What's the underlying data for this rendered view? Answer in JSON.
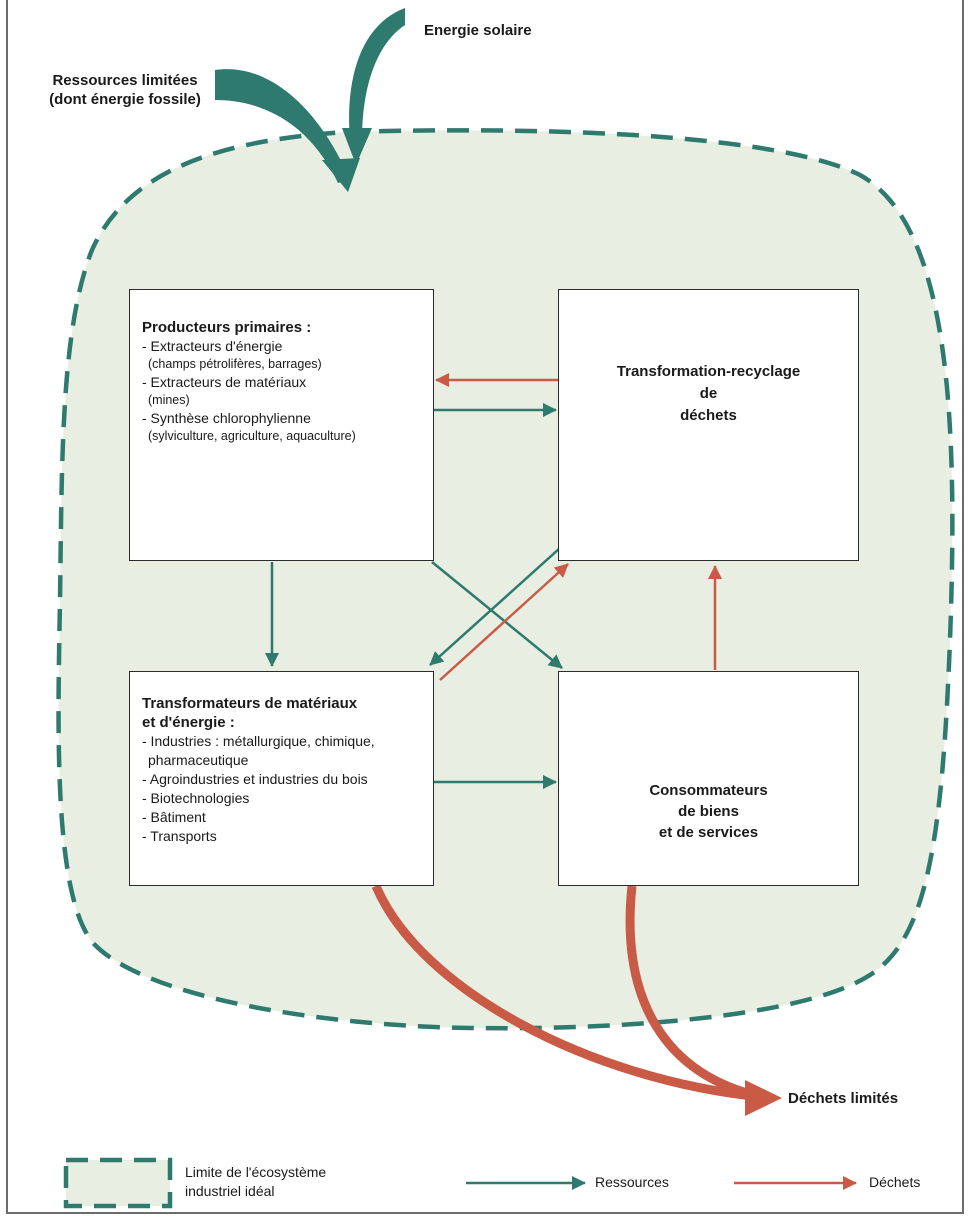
{
  "colors": {
    "resource": "#2e7a6e",
    "waste": "#c95a45",
    "ecosystem_fill": "#e9eee3",
    "ecosystem_border": "#2e7a6e"
  },
  "labels": {
    "solar_energy": "Energie solaire",
    "limited_resources_line1": "Ressources limitées",
    "limited_resources_line2": "(dont énergie fossile)",
    "limited_waste": "Déchets limités"
  },
  "boxes": {
    "primary_producers": {
      "title": "Producteurs primaires :",
      "items": [
        {
          "text": "- Extracteurs d'énergie",
          "small": false
        },
        {
          "text": "(champs pétrolifères, barrages)",
          "small": true
        },
        {
          "text": "- Extracteurs de matériaux",
          "small": false
        },
        {
          "text": "(mines)",
          "small": true
        },
        {
          "text": "- Synthèse chlorophylienne",
          "small": false
        },
        {
          "text": "(sylviculture, agriculture, aquaculture)",
          "small": true
        }
      ]
    },
    "recycling": {
      "title_lines": [
        "Transformation-recyclage",
        "de",
        "déchets"
      ]
    },
    "transformers": {
      "title_lines": [
        "Transformateurs de matériaux",
        "et d'énergie :"
      ],
      "items": [
        "- Industries : métallurgique, chimique,",
        "pharmaceutique",
        "- Agroindustries et industries du bois",
        "- Biotechnologies",
        "- Bâtiment",
        "- Transports"
      ]
    },
    "consumers": {
      "title_lines": [
        "Consommateurs",
        "de biens",
        "et de services"
      ]
    }
  },
  "legend": {
    "ecosystem_line1": "Limite de l'écosystème",
    "ecosystem_line2": "industriel idéal",
    "resources": "Ressources",
    "waste": "Déchets"
  }
}
